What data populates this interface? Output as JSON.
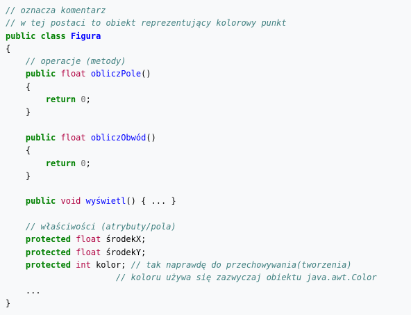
{
  "code": {
    "language": "java",
    "colors": {
      "background": "#f8f9fa",
      "keyword": "#008000",
      "type": "#b00040",
      "comment": "#408080",
      "class_name": "#0000ff",
      "function": "#0000ff",
      "number": "#666666",
      "plain": "#000000"
    },
    "lines": [
      [
        {
          "c": "c",
          "t": "// oznacza komentarz"
        }
      ],
      [
        {
          "c": "c",
          "t": "// w tej postaci to obiekt reprezentujący kolorowy punkt"
        }
      ],
      [
        {
          "c": "k",
          "t": "public"
        },
        {
          "c": "p",
          "t": " "
        },
        {
          "c": "k",
          "t": "class"
        },
        {
          "c": "p",
          "t": " "
        },
        {
          "c": "n",
          "t": "Figura"
        }
      ],
      [
        {
          "c": "p",
          "t": "{"
        }
      ],
      [
        {
          "c": "p",
          "t": "    "
        },
        {
          "c": "c",
          "t": "// operacje (metody)"
        }
      ],
      [
        {
          "c": "p",
          "t": "    "
        },
        {
          "c": "k",
          "t": "public"
        },
        {
          "c": "p",
          "t": " "
        },
        {
          "c": "t",
          "t": "float"
        },
        {
          "c": "p",
          "t": " "
        },
        {
          "c": "f",
          "t": "obliczPole"
        },
        {
          "c": "p",
          "t": "()"
        }
      ],
      [
        {
          "c": "p",
          "t": "    {"
        }
      ],
      [
        {
          "c": "p",
          "t": "        "
        },
        {
          "c": "k",
          "t": "return"
        },
        {
          "c": "p",
          "t": " "
        },
        {
          "c": "m",
          "t": "0"
        },
        {
          "c": "p",
          "t": ";"
        }
      ],
      [
        {
          "c": "p",
          "t": "    }"
        }
      ],
      [
        {
          "c": "p",
          "t": ""
        }
      ],
      [
        {
          "c": "p",
          "t": "    "
        },
        {
          "c": "k",
          "t": "public"
        },
        {
          "c": "p",
          "t": " "
        },
        {
          "c": "t",
          "t": "float"
        },
        {
          "c": "p",
          "t": " "
        },
        {
          "c": "f",
          "t": "obliczObwód"
        },
        {
          "c": "p",
          "t": "()"
        }
      ],
      [
        {
          "c": "p",
          "t": "    {"
        }
      ],
      [
        {
          "c": "p",
          "t": "        "
        },
        {
          "c": "k",
          "t": "return"
        },
        {
          "c": "p",
          "t": " "
        },
        {
          "c": "m",
          "t": "0"
        },
        {
          "c": "p",
          "t": ";"
        }
      ],
      [
        {
          "c": "p",
          "t": "    }"
        }
      ],
      [
        {
          "c": "p",
          "t": ""
        }
      ],
      [
        {
          "c": "p",
          "t": "    "
        },
        {
          "c": "k",
          "t": "public"
        },
        {
          "c": "p",
          "t": " "
        },
        {
          "c": "t",
          "t": "void"
        },
        {
          "c": "p",
          "t": " "
        },
        {
          "c": "f",
          "t": "wyświetl"
        },
        {
          "c": "p",
          "t": "() { ... }"
        }
      ],
      [
        {
          "c": "p",
          "t": ""
        }
      ],
      [
        {
          "c": "p",
          "t": "    "
        },
        {
          "c": "c",
          "t": "// właściwości (atrybuty/pola)"
        }
      ],
      [
        {
          "c": "p",
          "t": "    "
        },
        {
          "c": "k",
          "t": "protected"
        },
        {
          "c": "p",
          "t": " "
        },
        {
          "c": "t",
          "t": "float"
        },
        {
          "c": "p",
          "t": " środekX;"
        }
      ],
      [
        {
          "c": "p",
          "t": "    "
        },
        {
          "c": "k",
          "t": "protected"
        },
        {
          "c": "p",
          "t": " "
        },
        {
          "c": "t",
          "t": "float"
        },
        {
          "c": "p",
          "t": " środekY;"
        }
      ],
      [
        {
          "c": "p",
          "t": "    "
        },
        {
          "c": "k",
          "t": "protected"
        },
        {
          "c": "p",
          "t": " "
        },
        {
          "c": "t",
          "t": "int"
        },
        {
          "c": "p",
          "t": " kolor; "
        },
        {
          "c": "c",
          "t": "// tak naprawdę do przechowywania(tworzenia)"
        }
      ],
      [
        {
          "c": "p",
          "t": "                      "
        },
        {
          "c": "c",
          "t": "// koloru używa się zazwyczaj obiektu java.awt.Color"
        }
      ],
      [
        {
          "c": "p",
          "t": "    ..."
        }
      ],
      [
        {
          "c": "p",
          "t": "}"
        }
      ]
    ]
  }
}
